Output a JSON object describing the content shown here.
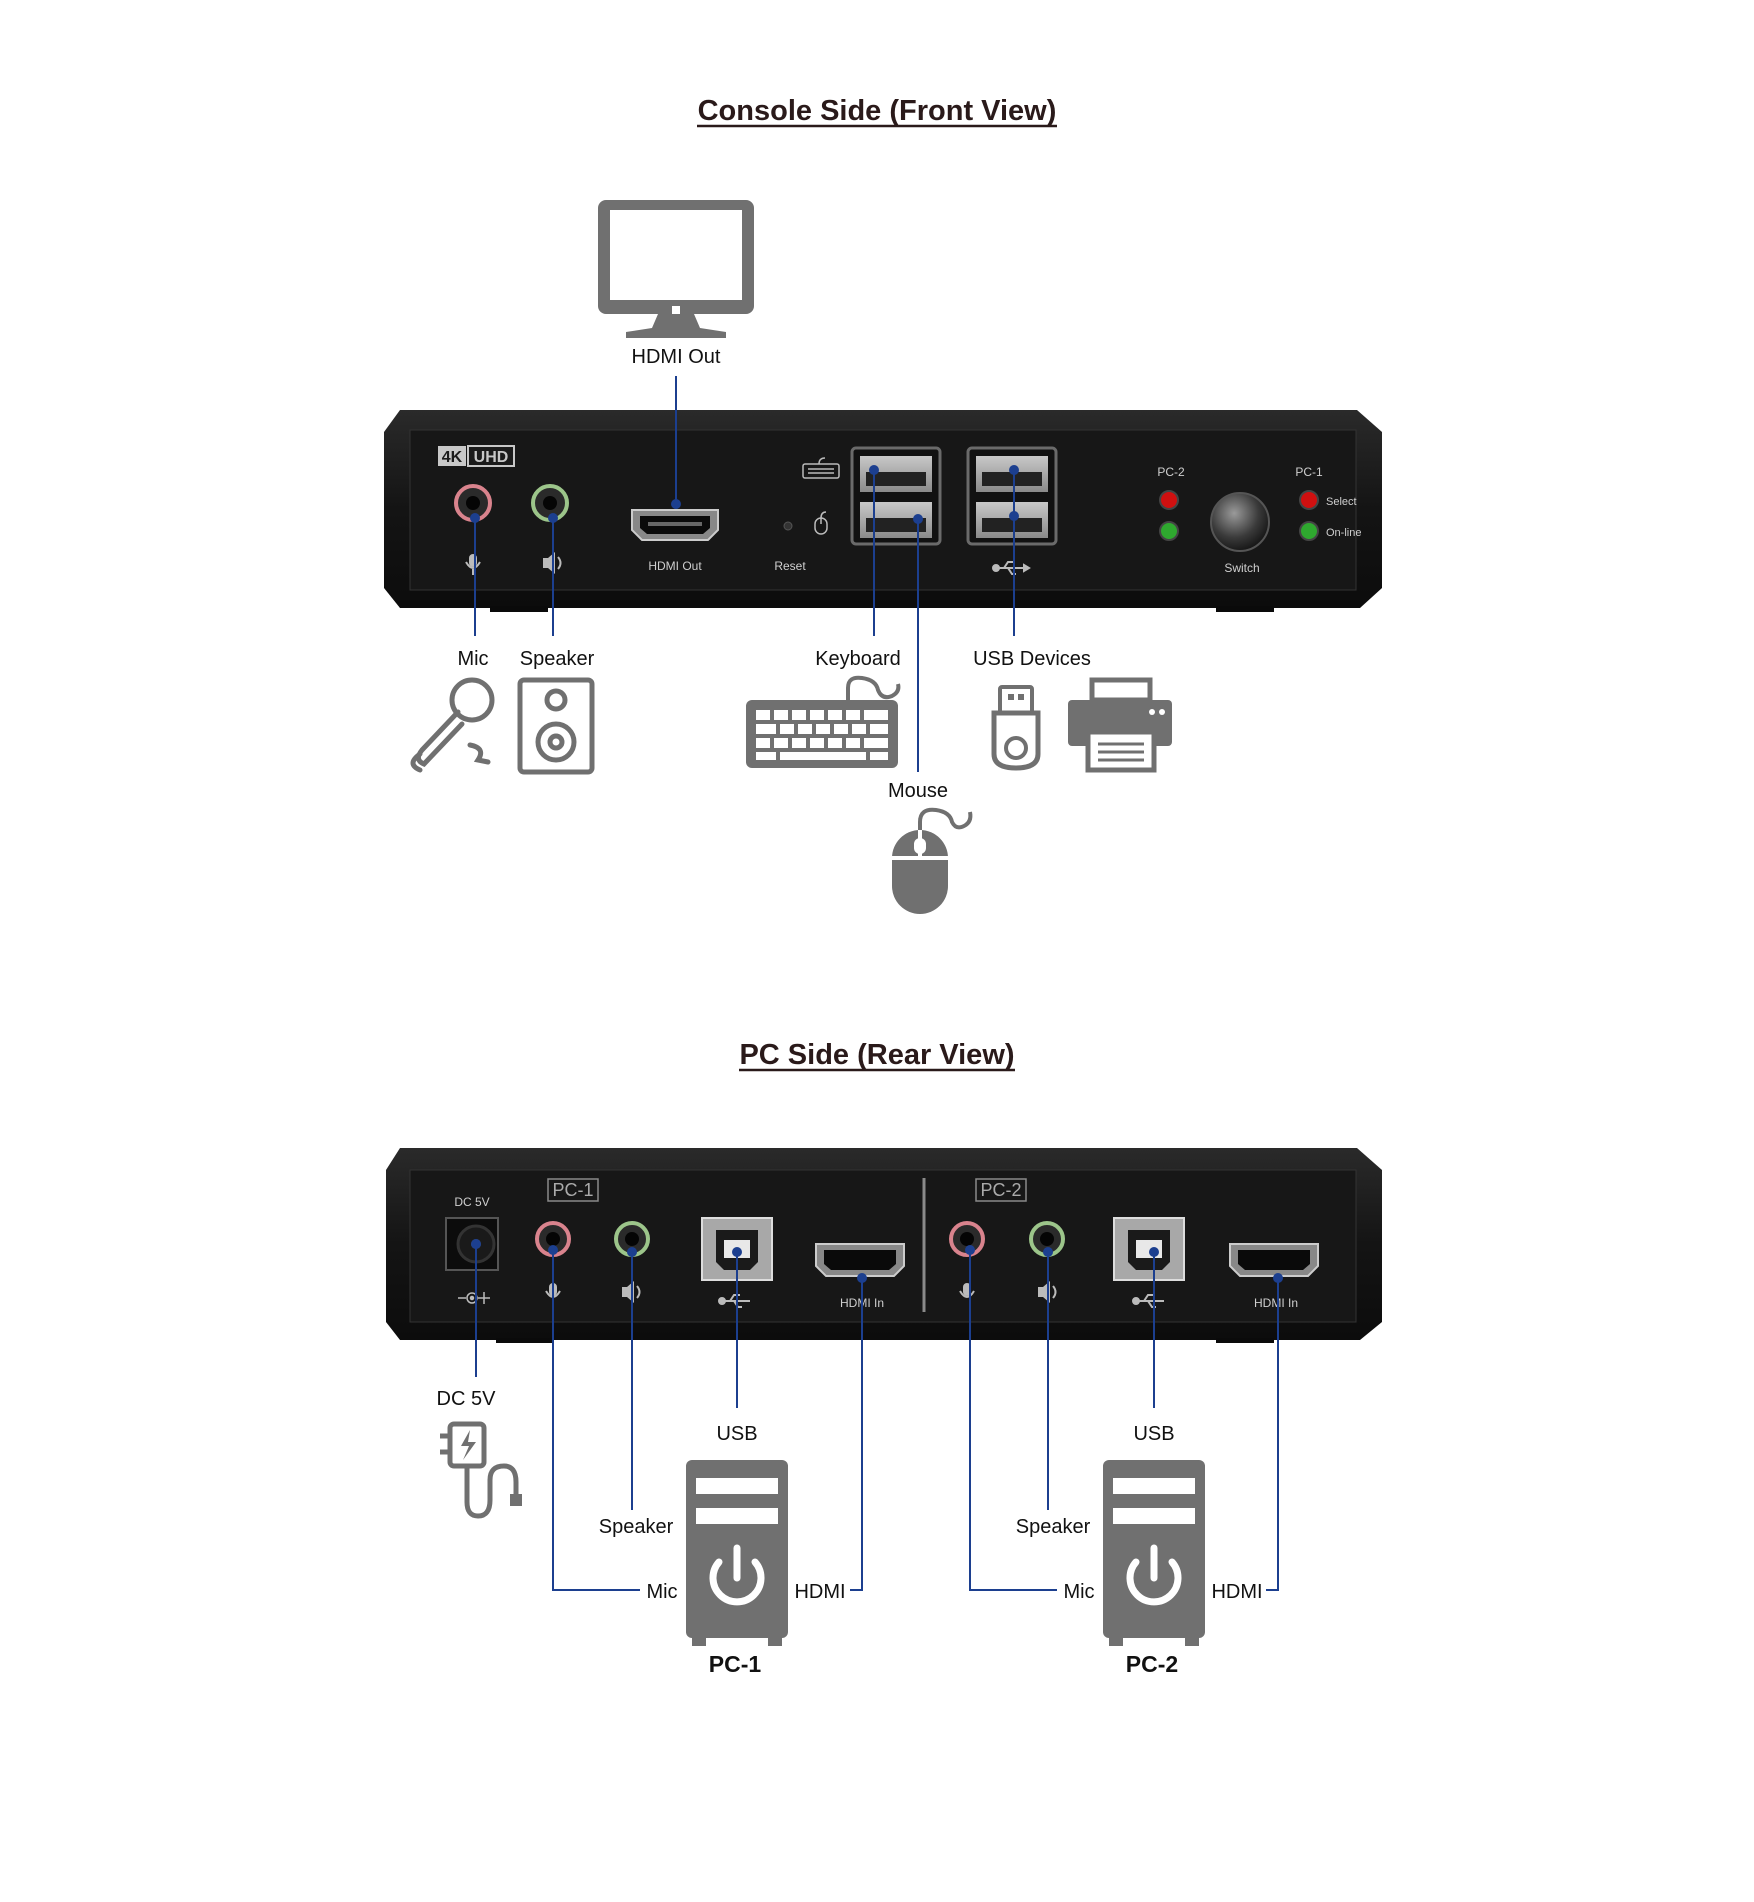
{
  "front": {
    "title": "Console Side (Front View)",
    "badge_4k": "4K",
    "badge_uhd": "UHD",
    "panel_labels": {
      "hdmi_out": "HDMI Out",
      "reset": "Reset",
      "pc2": "PC-2",
      "pc1": "PC-1",
      "select": "Select",
      "online": "On-line",
      "switch": "Switch"
    },
    "callouts": {
      "hdmi_out": "HDMI Out",
      "mic": "Mic",
      "speaker": "Speaker",
      "keyboard": "Keyboard",
      "usb_devices": "USB Devices",
      "mouse": "Mouse"
    }
  },
  "rear": {
    "title": "PC Side (Rear View)",
    "panel_labels": {
      "dc5v": "DC 5V",
      "pc1": "PC-1",
      "pc2": "PC-2",
      "hdmi_in": "HDMI In"
    },
    "callouts": {
      "dc5v": "DC 5V",
      "usb": "USB",
      "speaker": "Speaker",
      "mic": "Mic",
      "hdmi": "HDMI"
    },
    "computers": [
      "PC-1",
      "PC-2"
    ]
  },
  "colors": {
    "line": "#1c3f8f",
    "icon": "#707070",
    "panel": "#1b1b1b",
    "mic_jack": "#d9838d",
    "speaker_jack": "#9cc58a",
    "led_red": "#d01010",
    "led_green": "#2fa82f"
  }
}
